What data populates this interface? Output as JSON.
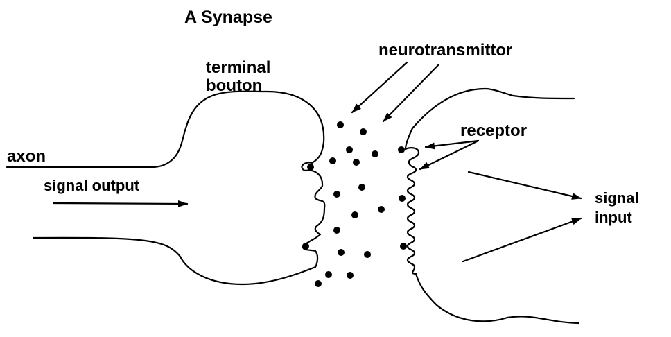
{
  "title": "A Synapse",
  "labels": {
    "neurotransmitter": "neurotransmittor",
    "terminal_line1": "terminal",
    "terminal_line2": "bouton",
    "axon": "axon",
    "signal_output": "signal output",
    "receptor": "receptor",
    "signal_input_line1": "signal",
    "signal_input_line2": "input"
  },
  "colors": {
    "ink": "#000000",
    "background": "#ffffff"
  }
}
